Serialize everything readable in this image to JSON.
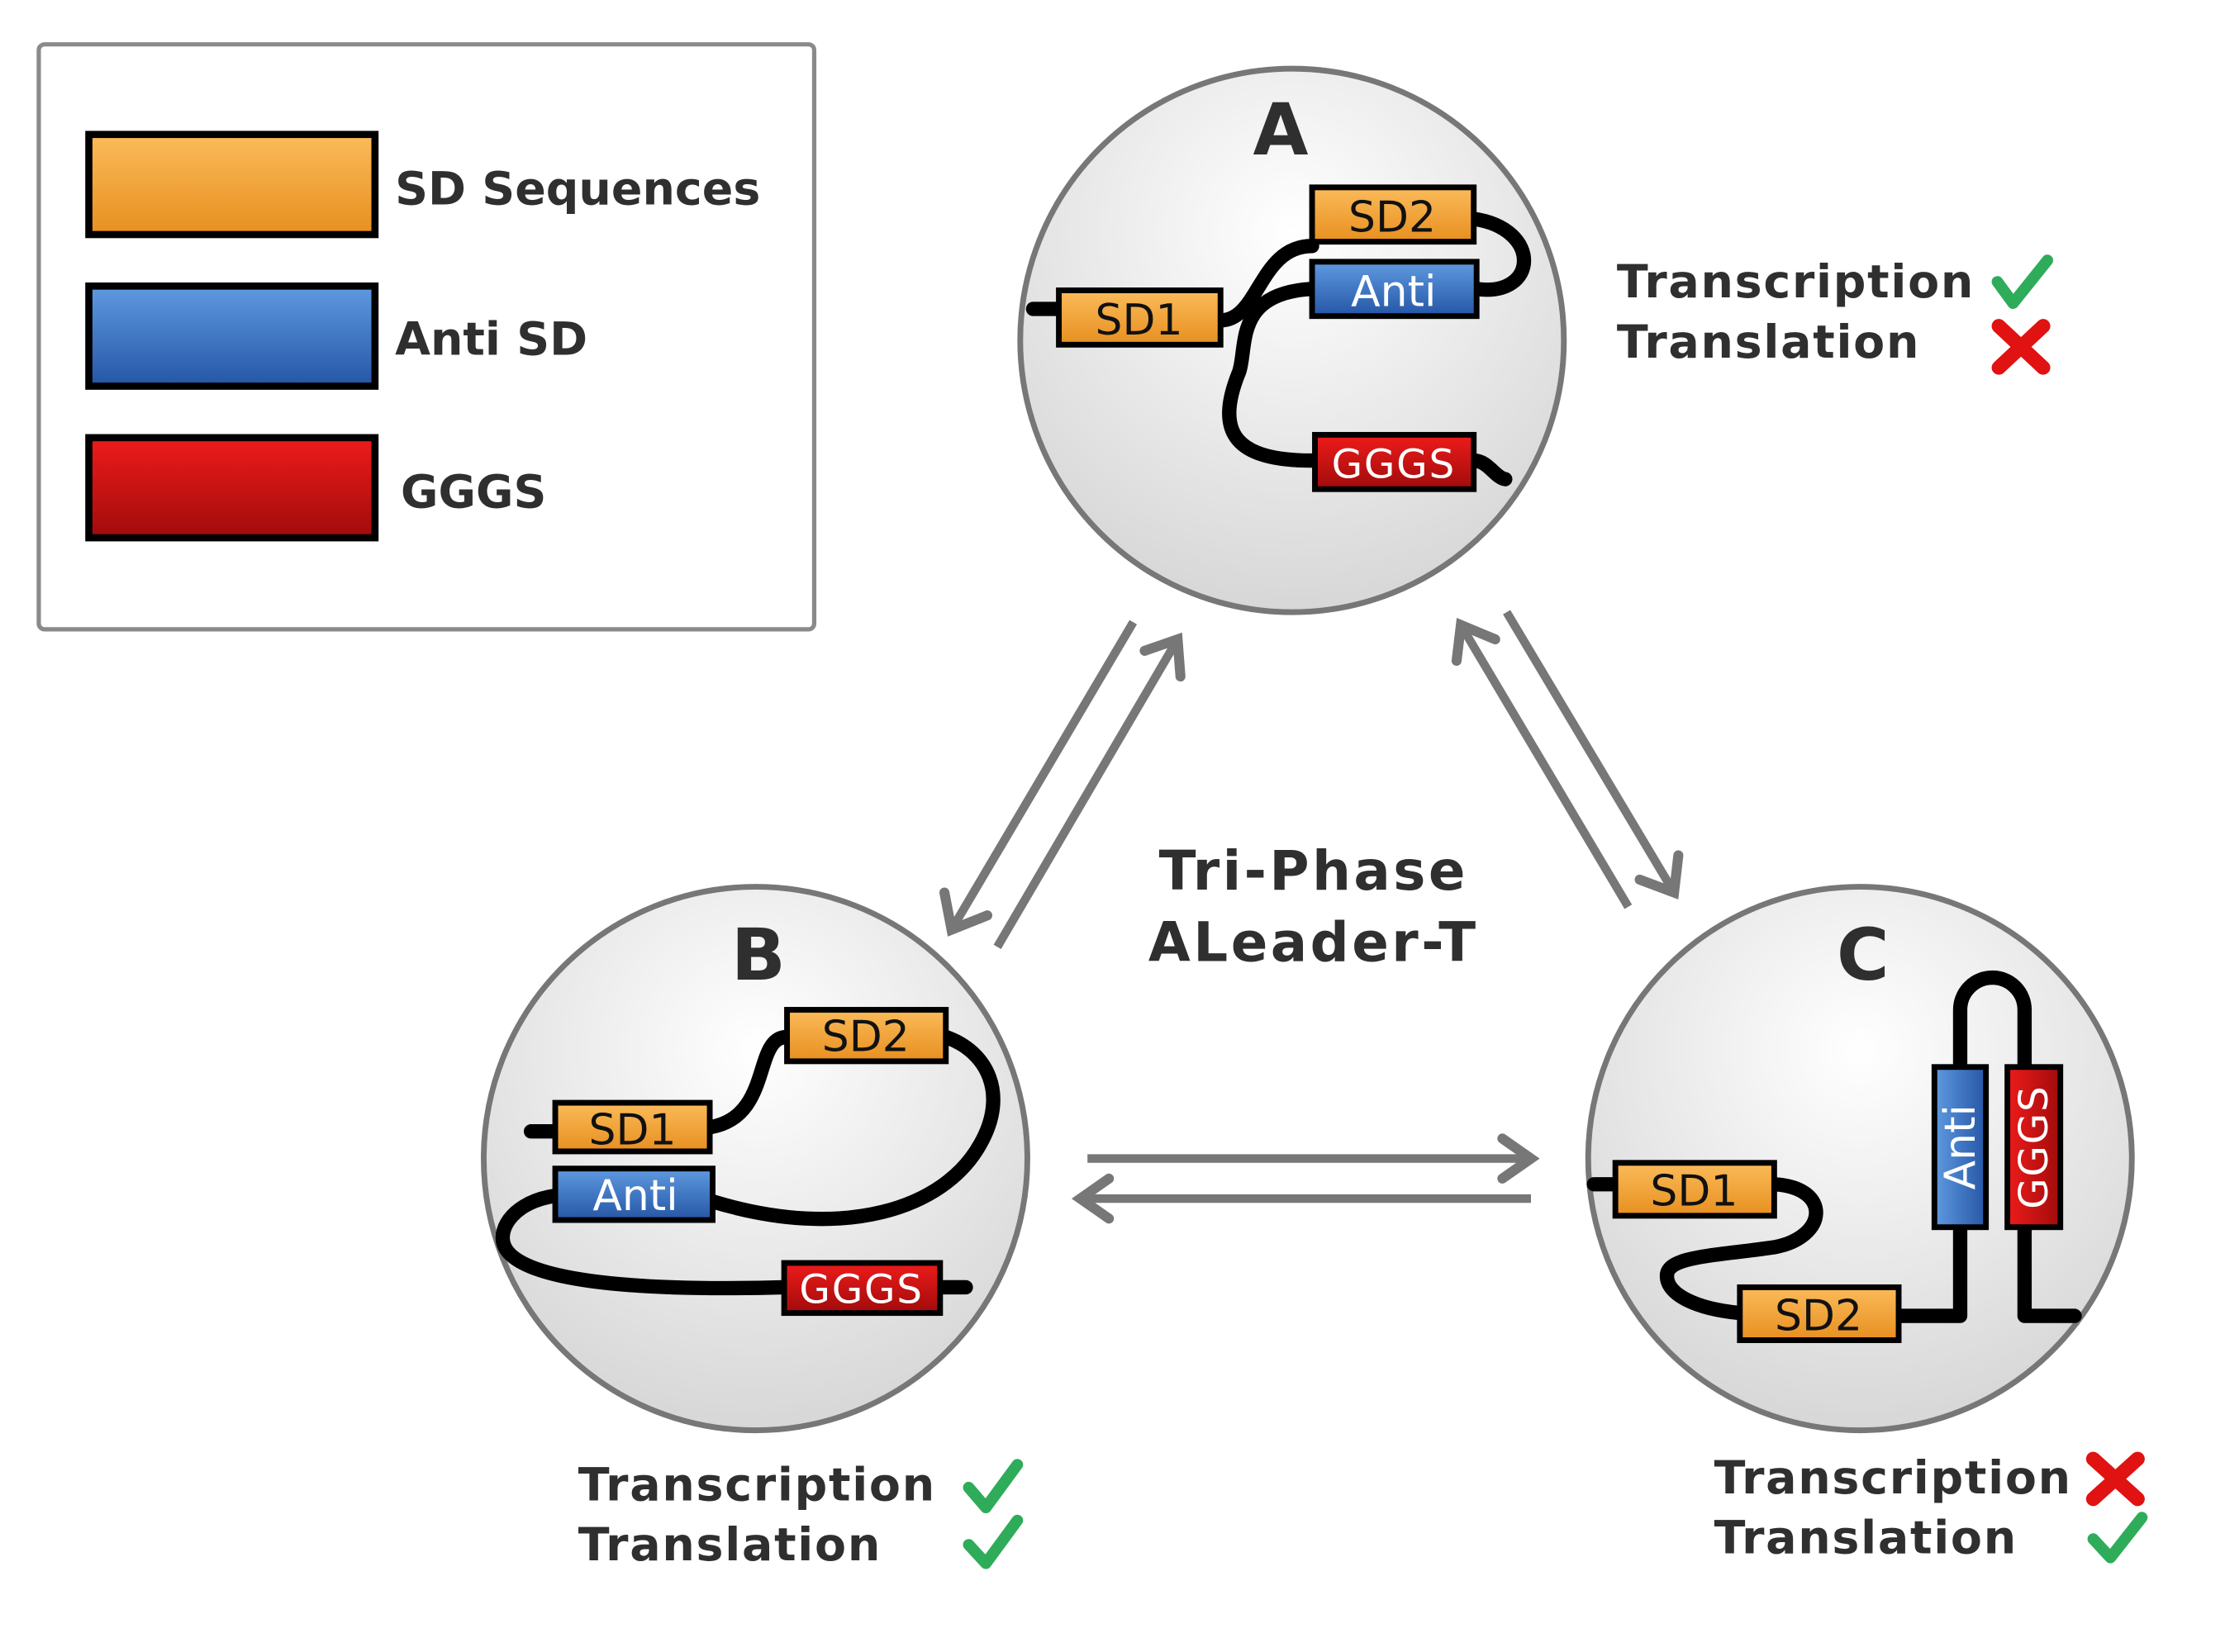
{
  "legend": {
    "items": [
      {
        "label": "SD Sequences",
        "color_top": "#fbbb5a",
        "color_bottom": "#e78f1f"
      },
      {
        "label": "Anti SD",
        "color_top": "#5f9ae0",
        "color_bottom": "#2556a6"
      },
      {
        "label": "GGGS",
        "color_top": "#ee1b1b",
        "color_bottom": "#a10b0b"
      }
    ]
  },
  "center_title": {
    "line1": "Tri-Phase",
    "line2": "ALeader-T"
  },
  "states": {
    "a": {
      "letter": "A",
      "sd1": "SD1",
      "sd2": "SD2",
      "anti": "Anti",
      "gggs": "GGGS",
      "transcription": "Transcription",
      "translation": "Translation",
      "transcription_mark": "check",
      "translation_mark": "cross"
    },
    "b": {
      "letter": "B",
      "sd1": "SD1",
      "sd2": "SD2",
      "anti": "Anti",
      "gggs": "GGGS",
      "transcription": "Transcription",
      "translation": "Translation",
      "transcription_mark": "check",
      "translation_mark": "check"
    },
    "c": {
      "letter": "C",
      "sd1": "SD1",
      "sd2": "SD2",
      "anti": "Anti",
      "gggs": "GGGS",
      "transcription": "Transcription",
      "translation": "Translation",
      "transcription_mark": "cross",
      "translation_mark": "check"
    }
  },
  "colors": {
    "check": "#2eac5a",
    "cross": "#e01212",
    "arrow": "#777777",
    "circle_stroke": "#777777"
  }
}
